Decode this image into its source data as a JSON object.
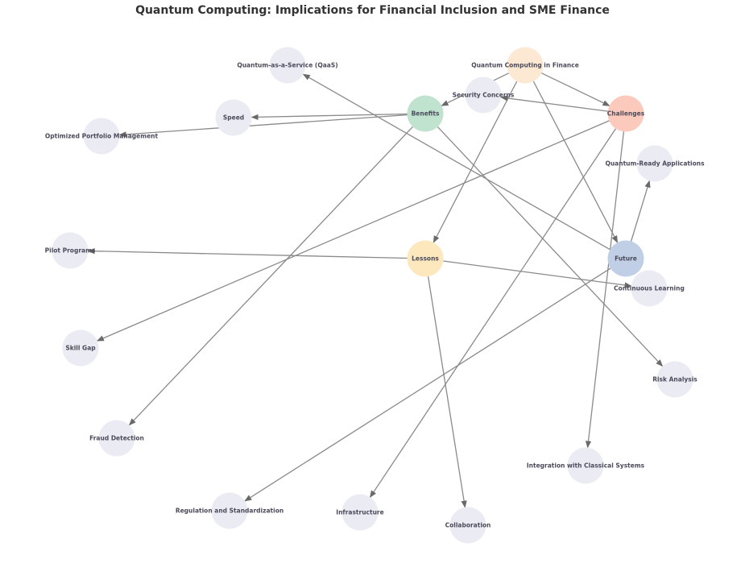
{
  "title": "Quantum Computing: Implications for Financial Inclusion and SME Finance",
  "colors": {
    "root": "#fde8d4",
    "benefits": "#bfe3cf",
    "challenges": "#fccabd",
    "lessons": "#fde8bd",
    "future": "#c1cfe6",
    "leaf": "#ebebf4",
    "edge": "#8a8a8a",
    "label": "#4a4a5a"
  },
  "nodes": [
    {
      "id": "qcf",
      "label": "Quantum Computing in Finance",
      "color": "root"
    },
    {
      "id": "benefits",
      "label": "Benefits",
      "color": "benefits"
    },
    {
      "id": "challenges",
      "label": "Challenges",
      "color": "challenges"
    },
    {
      "id": "lessons",
      "label": "Lessons",
      "color": "lessons"
    },
    {
      "id": "future",
      "label": "Future",
      "color": "future"
    },
    {
      "id": "qaas",
      "label": "Quantum-as-a-Service (QaaS)",
      "color": "leaf"
    },
    {
      "id": "security",
      "label": "Security Concerns",
      "color": "leaf"
    },
    {
      "id": "speed",
      "label": "Speed",
      "color": "leaf"
    },
    {
      "id": "portfolio",
      "label": "Optimized Portfolio Management",
      "color": "leaf"
    },
    {
      "id": "qra",
      "label": "Quantum-Ready Applications",
      "color": "leaf"
    },
    {
      "id": "pilot",
      "label": "Pilot Programs",
      "color": "leaf"
    },
    {
      "id": "continuous",
      "label": "Continuous Learning",
      "color": "leaf"
    },
    {
      "id": "skill",
      "label": "Skill Gap",
      "color": "leaf"
    },
    {
      "id": "risk",
      "label": "Risk Analysis",
      "color": "leaf"
    },
    {
      "id": "fraud",
      "label": "Fraud Detection",
      "color": "leaf"
    },
    {
      "id": "integration",
      "label": "Integration with Classical Systems",
      "color": "leaf"
    },
    {
      "id": "regulation",
      "label": "Regulation and Standardization",
      "color": "leaf"
    },
    {
      "id": "infrastructure",
      "label": "Infrastructure",
      "color": "leaf"
    },
    {
      "id": "collaboration",
      "label": "Collaboration",
      "color": "leaf"
    }
  ],
  "edges": [
    {
      "from": "qcf",
      "to": "benefits"
    },
    {
      "from": "qcf",
      "to": "challenges"
    },
    {
      "from": "qcf",
      "to": "lessons"
    },
    {
      "from": "qcf",
      "to": "future"
    },
    {
      "from": "benefits",
      "to": "speed"
    },
    {
      "from": "benefits",
      "to": "portfolio"
    },
    {
      "from": "benefits",
      "to": "risk"
    },
    {
      "from": "benefits",
      "to": "fraud"
    },
    {
      "from": "challenges",
      "to": "security"
    },
    {
      "from": "challenges",
      "to": "skill"
    },
    {
      "from": "challenges",
      "to": "infrastructure"
    },
    {
      "from": "challenges",
      "to": "integration"
    },
    {
      "from": "lessons",
      "to": "pilot"
    },
    {
      "from": "lessons",
      "to": "continuous"
    },
    {
      "from": "lessons",
      "to": "collaboration"
    },
    {
      "from": "future",
      "to": "qaas"
    },
    {
      "from": "future",
      "to": "qra"
    },
    {
      "from": "future",
      "to": "regulation"
    }
  ]
}
